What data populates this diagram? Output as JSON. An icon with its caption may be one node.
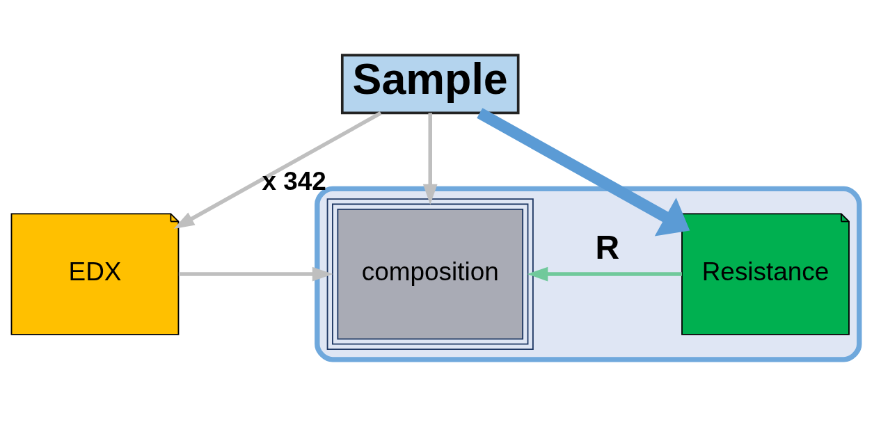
{
  "diagram": {
    "nodes": [
      {
        "text": [
          "Sample"
        ]
      },
      {
        "text": [
          "EDX"
        ]
      },
      {
        "text": [],
        "shape": "box"
      },
      {
        "text": [
          "composition"
        ],
        "in": 2,
        "beside": [
          "x 342"
        ]
      },
      {
        "text": [
          "Resistance"
        ],
        "in": 2
      }
    ],
    "edges": [
      {
        "from": 0,
        "to": 1,
        "arrow": "to"
      },
      {
        "from": 0,
        "to": 3,
        "arrow": "to"
      },
      {
        "from": 0,
        "to": 4,
        "arrow": "to",
        "style": "thick",
        "color": "#5b9bd5"
      },
      {
        "from": 1,
        "to": 3,
        "arrow": "to"
      },
      {
        "from": 4,
        "to": 3,
        "arrow": "to",
        "label": "R",
        "color": "#70c99b"
      }
    ]
  }
}
